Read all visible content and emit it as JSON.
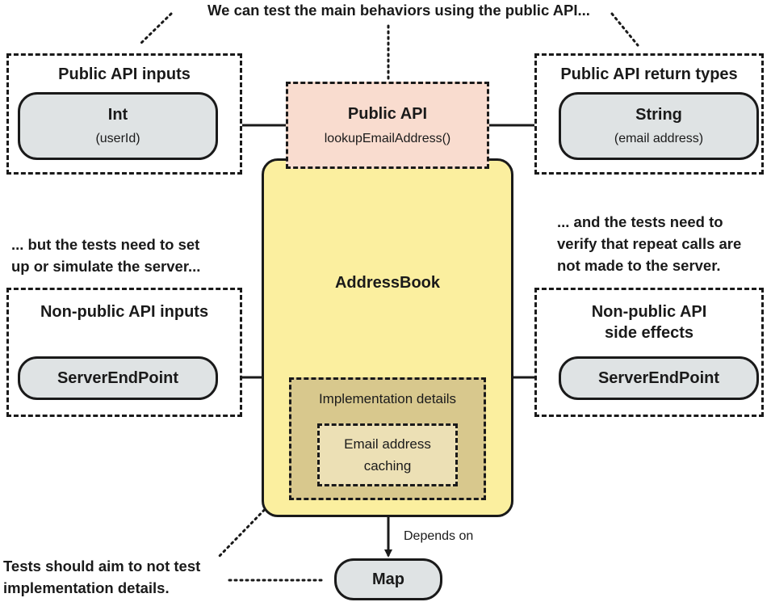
{
  "top_note": "We can test the main behaviors using the public API...",
  "public_api_inputs": {
    "title": "Public API inputs",
    "node_title": "Int",
    "node_sub": "(userId)"
  },
  "public_api": {
    "title": "Public API",
    "method": "lookupEmailAddress()"
  },
  "public_api_return_types": {
    "title": "Public API return types",
    "node_title": "String",
    "node_sub": "(email address)"
  },
  "left_note": {
    "line1": "... but the tests need to set",
    "line2": "up or simulate the server..."
  },
  "right_note": {
    "line1": "... and the tests need to",
    "line2": "verify that repeat calls are",
    "line3": "not made to the server."
  },
  "address_book": {
    "title": "AddressBook",
    "implementation_title": "Implementation details",
    "caching_line1": "Email address",
    "caching_line2": "caching"
  },
  "non_public_inputs": {
    "title": "Non-public API inputs",
    "node": "ServerEndPoint"
  },
  "non_public_side_effects": {
    "title_line1": "Non-public API",
    "title_line2": "side effects",
    "node": "ServerEndPoint"
  },
  "depends_on": "Depends on",
  "map_node": "Map",
  "bottom_note": {
    "line1": "Tests should aim to not test",
    "line2": "implementation details."
  },
  "colors": {
    "pill_fill": "#dfe3e4",
    "public_api_fill": "#f9dccf",
    "address_book_fill": "#fbef9f",
    "implementation_fill": "#d8c88d",
    "caching_fill": "#ece0b5",
    "stroke": "#1a1a1a"
  }
}
